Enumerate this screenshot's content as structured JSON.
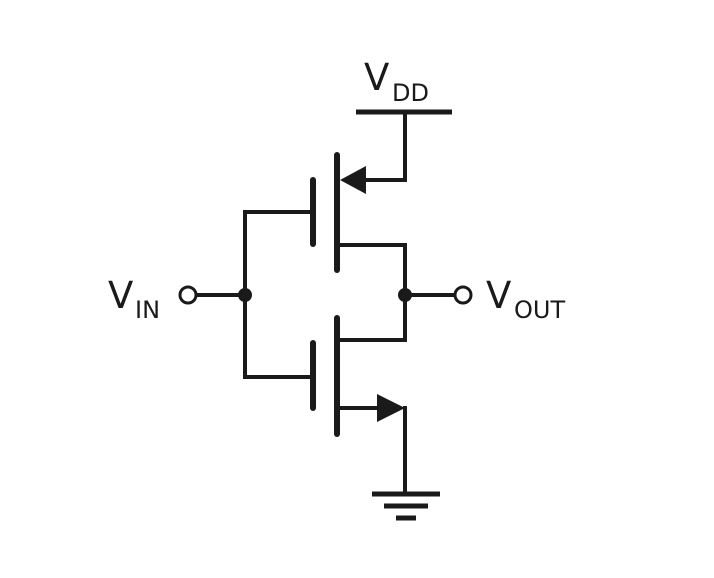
{
  "diagram": {
    "labels": {
      "vdd": {
        "main": "V",
        "sub": "DD"
      },
      "vin": {
        "main": "V",
        "sub": "IN"
      },
      "vout": {
        "main": "V",
        "sub": "OUT"
      }
    },
    "components": [
      "pmos-transistor",
      "nmos-transistor",
      "input-terminal",
      "output-terminal",
      "vdd-rail",
      "ground-symbol"
    ]
  },
  "colors": {
    "ink": "#1a1a1a",
    "background": "#ffffff"
  }
}
